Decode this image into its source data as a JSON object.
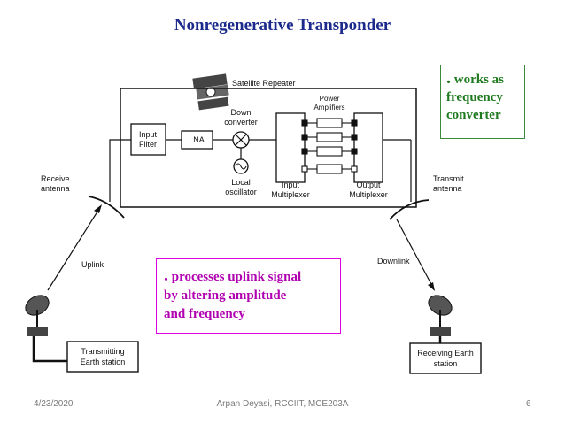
{
  "slide": {
    "title": "Nonregenerative Transponder",
    "note_right": {
      "bullet": ".",
      "lines": [
        "works as",
        "frequency",
        "converter"
      ]
    },
    "note_center": {
      "bullet": ".",
      "lines": [
        "processes  uplink signal",
        "by altering amplitude",
        "and frequency"
      ]
    },
    "footer": {
      "date": "4/23/2020",
      "author": "Arpan Deyasi, RCCIIT, MCE203A",
      "page": "6"
    }
  },
  "diagram": {
    "satellite_repeater": "Satellite Repeater",
    "input_filter": [
      "Input",
      "Filter"
    ],
    "lna": "LNA",
    "down_converter": [
      "Down",
      "converter"
    ],
    "local_oscillator": [
      "Local",
      "oscillator"
    ],
    "power_amplifiers": [
      "Power",
      "Amplifiers"
    ],
    "input_multiplexer": [
      "Input",
      "Multiplexer"
    ],
    "output_multiplexer": [
      "Output",
      "Multiplexer"
    ],
    "receive_antenna": [
      "Receive",
      "antenna"
    ],
    "transmit_antenna": [
      "Transmit",
      "antenna"
    ],
    "uplink": "Uplink",
    "downlink": "Downlink",
    "transmitting_station": [
      "Transmitting",
      "Earth station"
    ],
    "receiving_station": [
      "Receiving Earth",
      "station"
    ]
  }
}
